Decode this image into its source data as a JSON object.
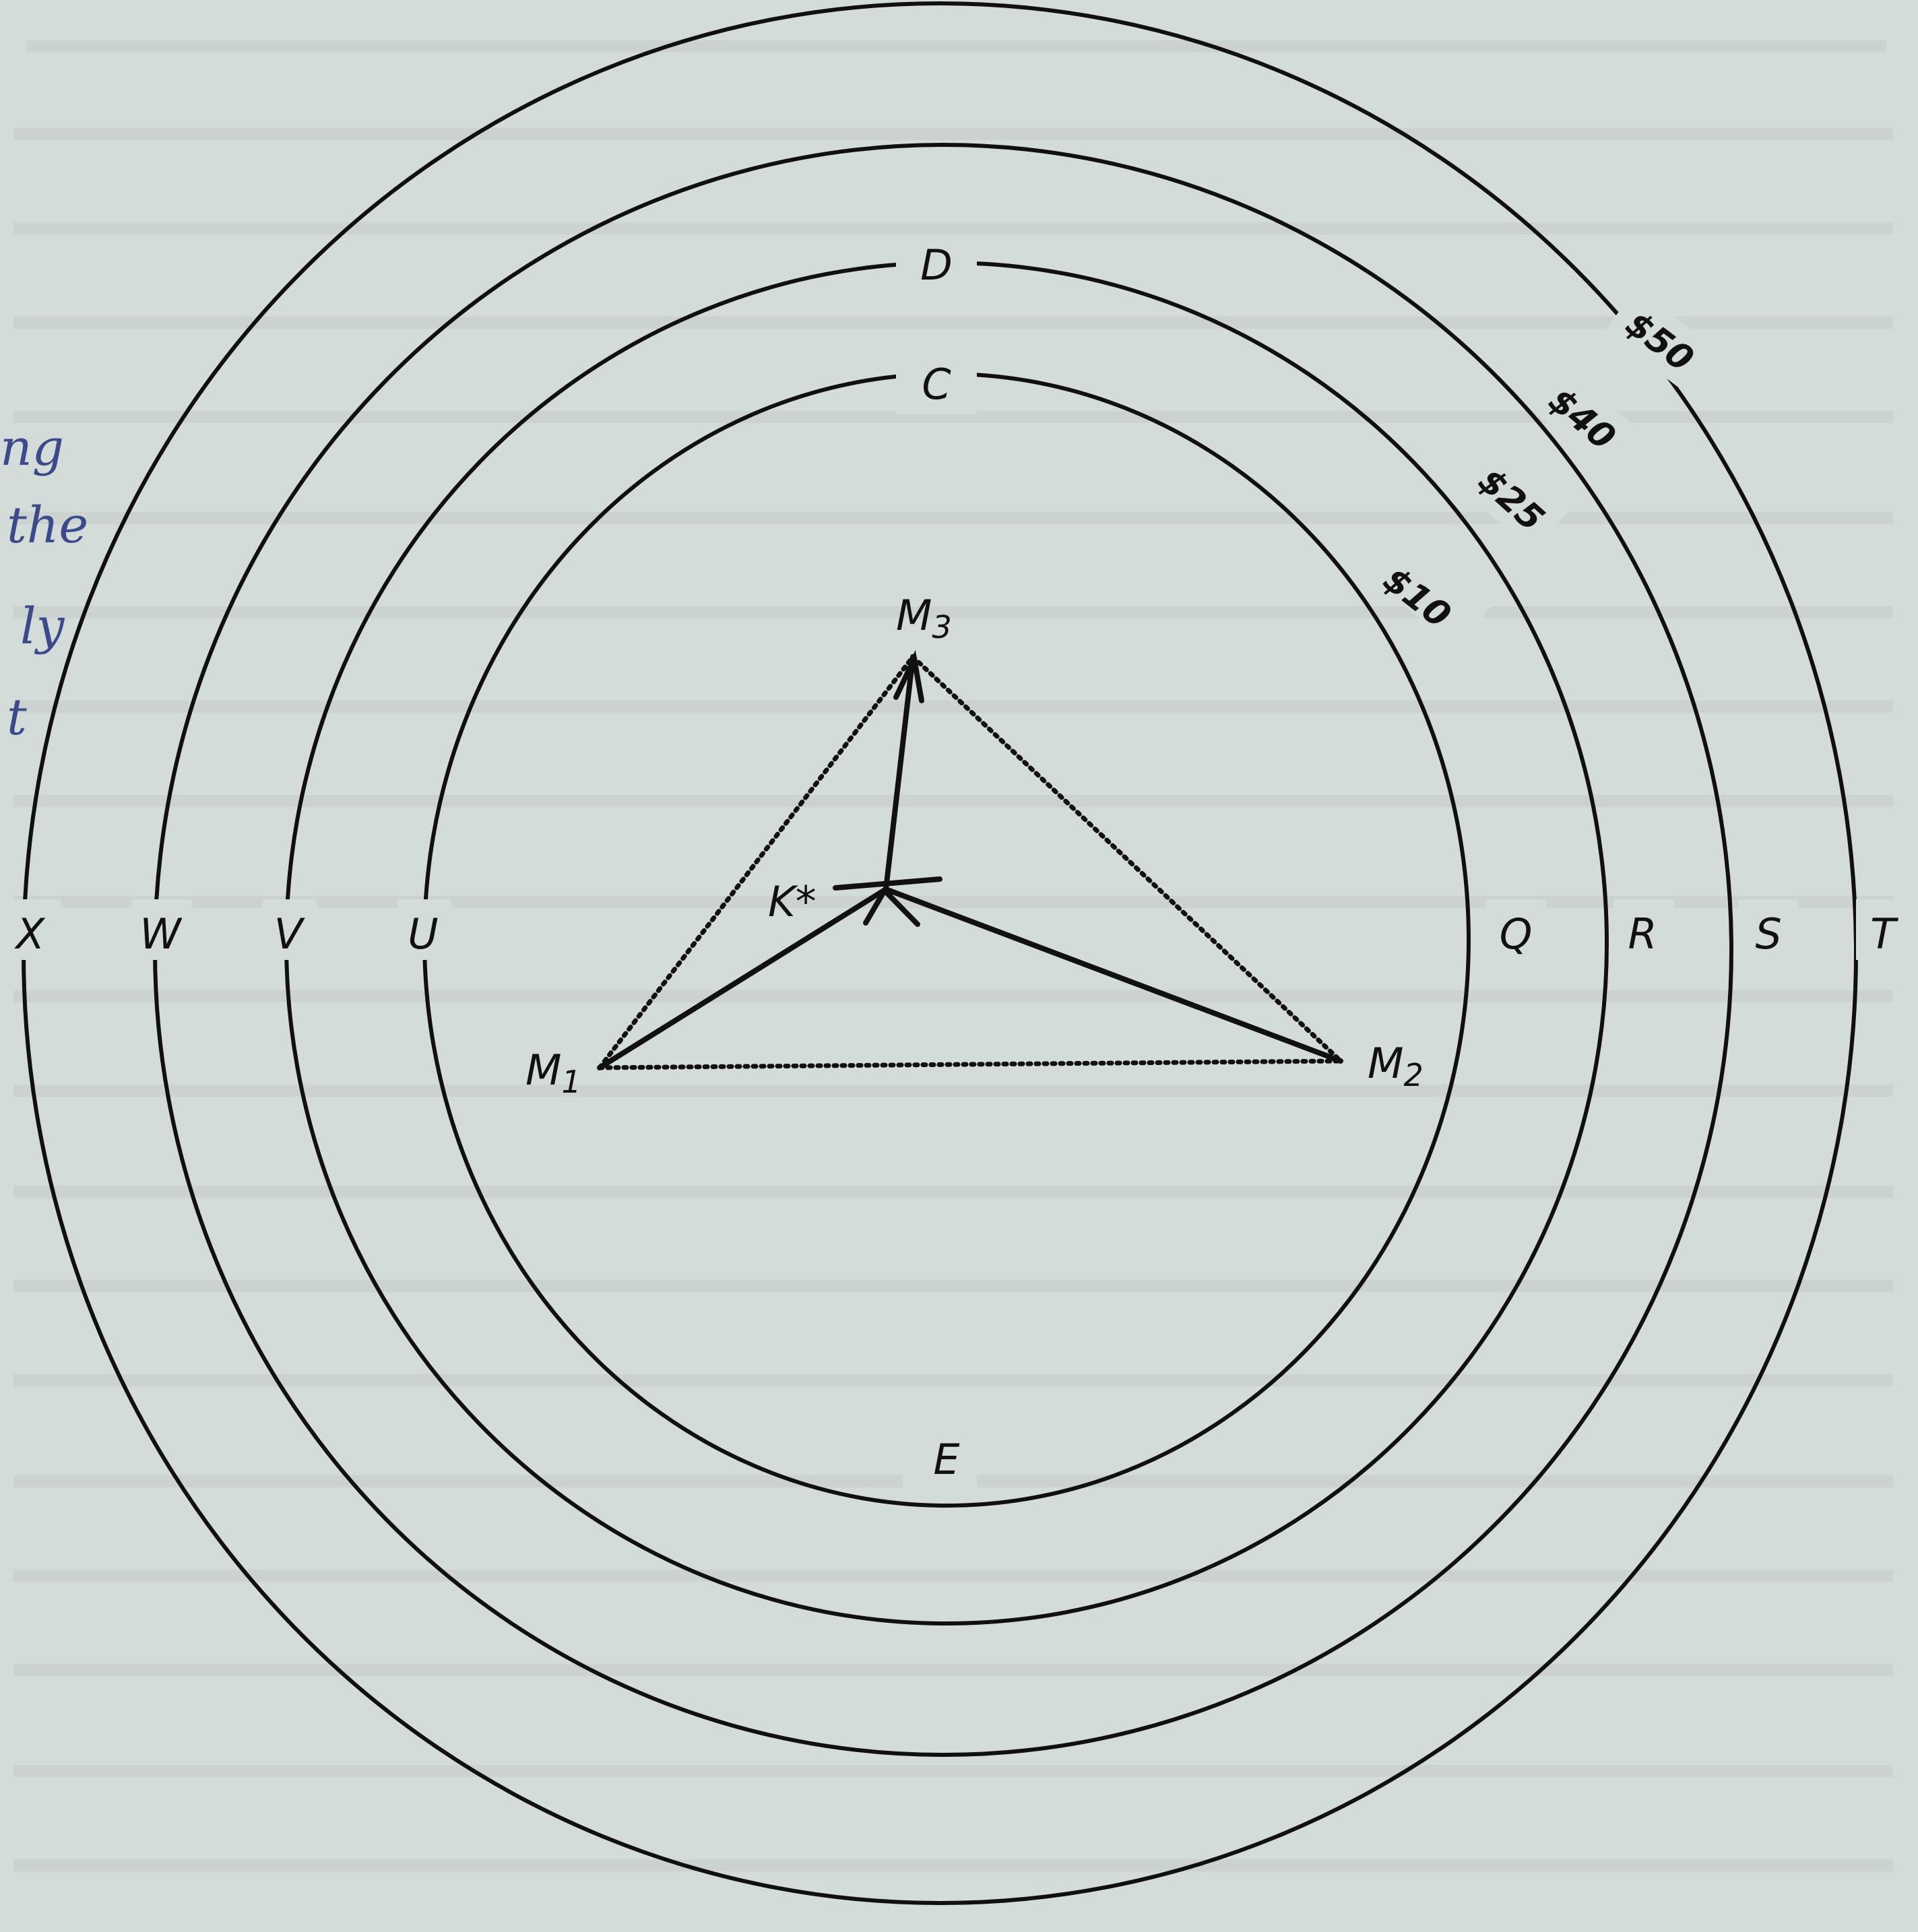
{
  "diagram": {
    "center": "K*",
    "markets": [
      {
        "id": "M1",
        "text": "M",
        "sub": "1"
      },
      {
        "id": "M2",
        "text": "M",
        "sub": "2"
      },
      {
        "id": "M3",
        "text": "M",
        "sub": "3"
      }
    ],
    "rings": [
      {
        "price": "$10",
        "top": "C",
        "bottom": "E",
        "left": "U",
        "right": "Q"
      },
      {
        "price": "$25",
        "top": "D",
        "bottom": "",
        "left": "V",
        "right": "R"
      },
      {
        "price": "$40",
        "top": "",
        "bottom": "",
        "left": "W",
        "right": "S"
      },
      {
        "price": "$50",
        "top": "",
        "bottom": "",
        "left": "X",
        "right": "T"
      }
    ]
  },
  "margin_notes": [
    "ng",
    "the",
    "ly",
    "t"
  ]
}
